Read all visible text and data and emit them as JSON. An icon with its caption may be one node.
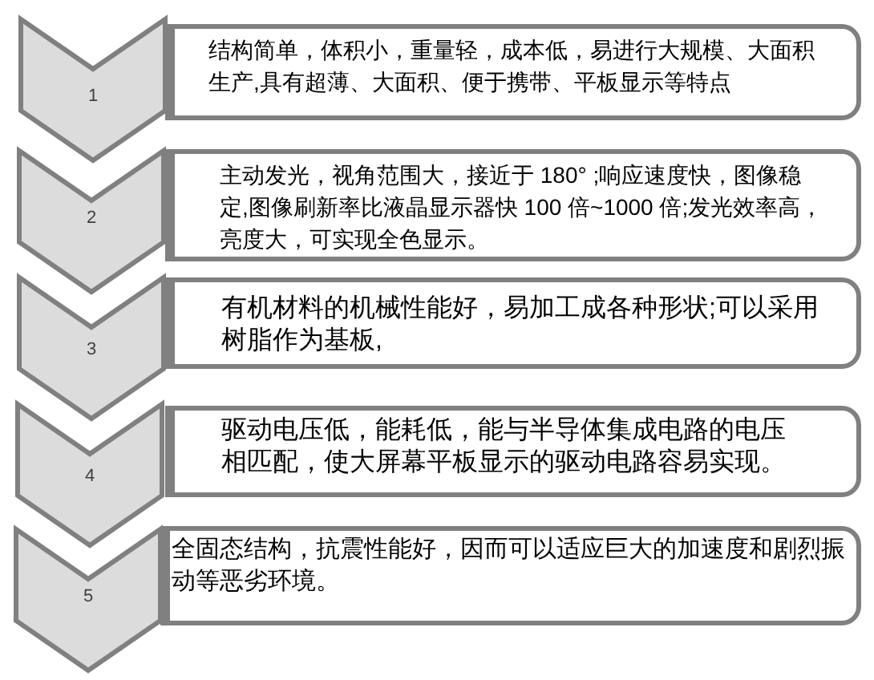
{
  "diagram": {
    "nodes": [
      {
        "text": [
          "1"
        ]
      },
      {
        "text": [
          "结构简单，体积小，重量轻，成本低，易进行大规模、大面积生产,具有超薄、大面积、便于携带、平板显示等特点"
        ]
      },
      {
        "text": [
          "2"
        ]
      },
      {
        "text": [
          "主动发光，视角范围大，接近于 180° ;响应速度快，图像稳定,图像刷新率比液晶显示器快 100 倍~1000 倍;发光效率高，亮度大，可实现全色显示。"
        ]
      },
      {
        "text": [
          "3"
        ]
      },
      {
        "text": [
          "有机材料的机械性能好，易加工成各种形状;可以采用树脂作为基板,"
        ]
      },
      {
        "text": [
          "4"
        ]
      },
      {
        "text": [
          "驱动电压低，能耗低，能与半导体集成电路的电压相匹配，使大屏幕平板显示的驱动电路容易实现。"
        ]
      },
      {
        "text": [
          "5"
        ]
      },
      {
        "text": [
          "全固态结构，抗震性能好，因而可以适应巨大的加速度和剧烈振动等恶劣环境。"
        ]
      }
    ]
  }
}
